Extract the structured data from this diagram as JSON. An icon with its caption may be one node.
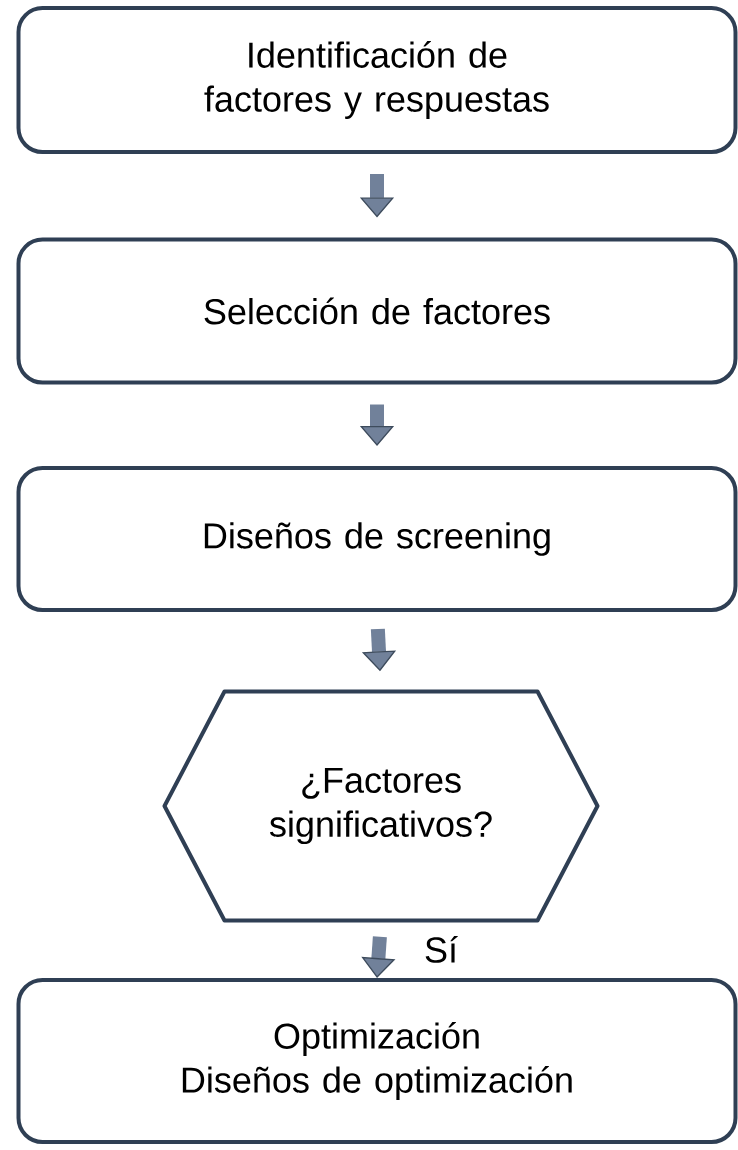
{
  "diagram": {
    "nodes": [
      {
        "text": [
          "Identificación de factores y respuestas"
        ]
      },
      {
        "text": [
          "Selección de factores"
        ]
      },
      {
        "text": [
          "Diseños de screening"
        ]
      },
      {
        "text": [
          "¿Factores significativos?"
        ]
      },
      {
        "text": [
          "Optimización",
          "Diseños de optimización"
        ]
      }
    ],
    "edges": [
      {
        "from": 0,
        "to": 1,
        "arrow": "to"
      },
      {
        "from": 1,
        "to": 2,
        "arrow": "to"
      },
      {
        "from": 2,
        "to": 3,
        "arrow": "to"
      },
      {
        "from": 3,
        "to": 4,
        "arrow": "to",
        "label": "Sí"
      }
    ]
  }
}
